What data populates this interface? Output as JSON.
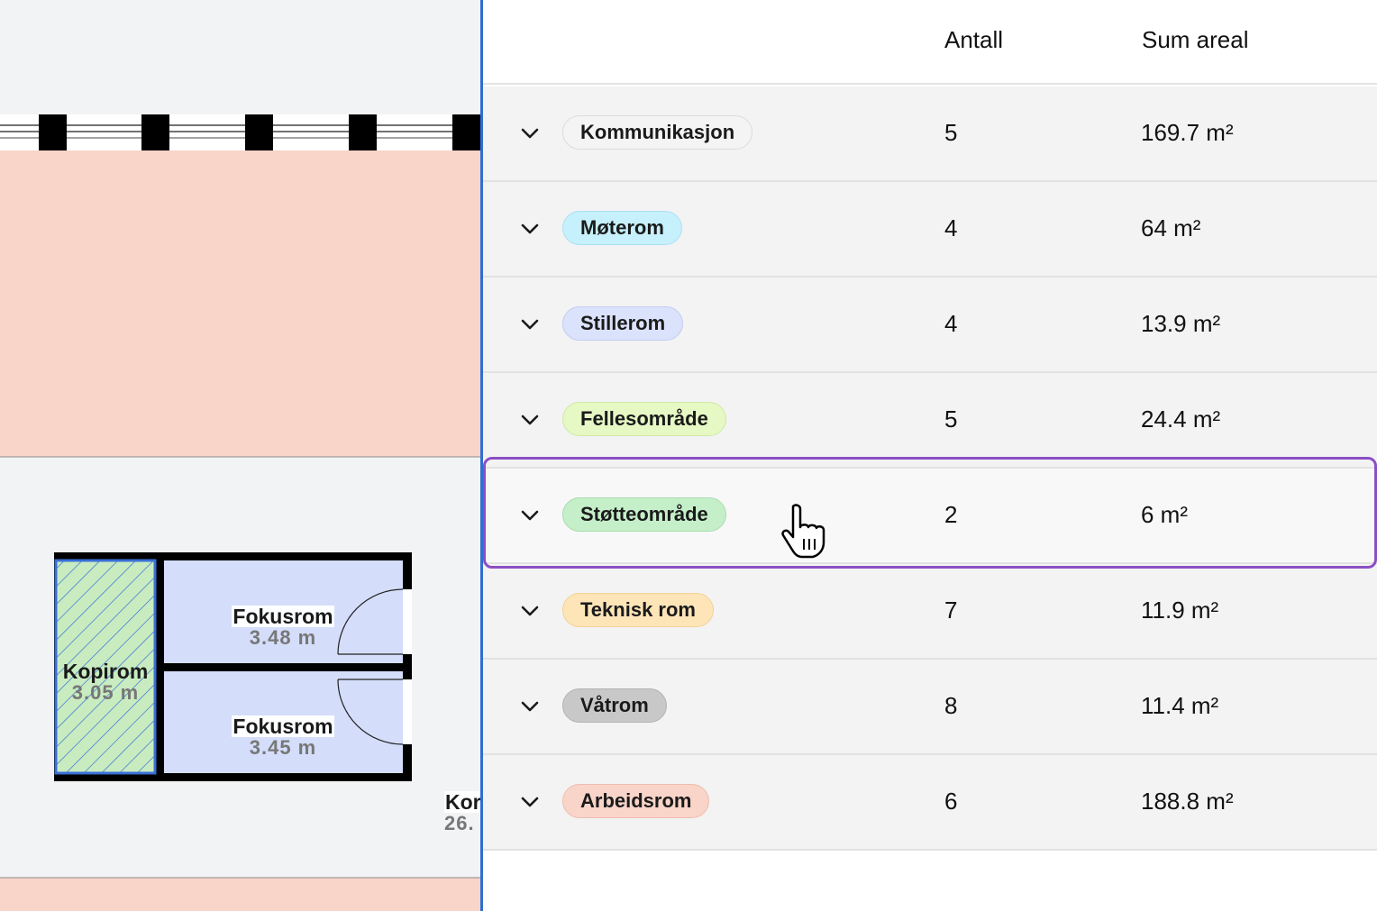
{
  "plan": {
    "rooms": [
      {
        "id": "kopirom",
        "name": "Kopirom",
        "area": "3.05 m"
      },
      {
        "id": "fokusrom-1",
        "name": "Fokusrom",
        "area": "3.48 m"
      },
      {
        "id": "fokusrom-2",
        "name": "Fokusrom",
        "area": "3.45 m"
      },
      {
        "id": "korridor-partial",
        "name": "Kor",
        "area": "26."
      }
    ],
    "colors": {
      "kommunikasjon_fill": "#f9d4c9",
      "fokusrom_fill": "#d4defa",
      "kopirom_fill": "#c8ecc0",
      "kopirom_hatch": "#3a6fd6",
      "wall": "#000000",
      "divider": "#2f6fd0"
    }
  },
  "table": {
    "columns": {
      "antall": "Antall",
      "sum_areal": "Sum areal"
    },
    "rows": [
      {
        "label": "Kommunikasjon",
        "count": "5",
        "area": "169.7 m²",
        "tag_bg": "#f4f4f4",
        "tag_border": "#dcdcdc"
      },
      {
        "label": "Møterom",
        "count": "4",
        "area": "64 m²",
        "tag_bg": "#c6f0fb",
        "tag_border": "#a9e2f2"
      },
      {
        "label": "Stillerom",
        "count": "4",
        "area": "13.9 m²",
        "tag_bg": "#dbe2fb",
        "tag_border": "#c2ccf2"
      },
      {
        "label": "Fellesområde",
        "count": "5",
        "area": "24.4 m²",
        "tag_bg": "#e6f8c4",
        "tag_border": "#cdeaa6"
      },
      {
        "label": "Støtteområde",
        "count": "2",
        "area": "6 m²",
        "tag_bg": "#c5efc9",
        "tag_border": "#a7dcae",
        "selected": true
      },
      {
        "label": "Teknisk rom",
        "count": "7",
        "area": "11.9 m²",
        "tag_bg": "#fde5b8",
        "tag_border": "#f3d196"
      },
      {
        "label": "Våtrom",
        "count": "8",
        "area": "11.4 m²",
        "tag_bg": "#c8c8c8",
        "tag_border": "#b3b3b3"
      },
      {
        "label": "Arbeidsrom",
        "count": "6",
        "area": "188.8 m²",
        "tag_bg": "#f9d4c9",
        "tag_border": "#efbdb0"
      }
    ],
    "selection_color": "#8b4fc4"
  },
  "cursor": {
    "icon": "hand-pointer-icon"
  }
}
